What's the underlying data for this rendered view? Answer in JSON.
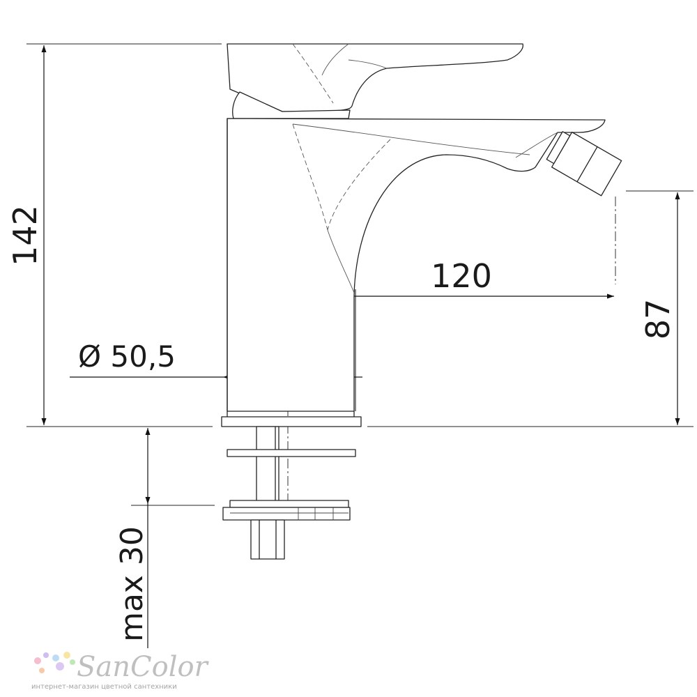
{
  "dimensions": {
    "total_height": "142",
    "spout_reach": "120",
    "outlet_height": "87",
    "base_diameter": "Ø 50,5",
    "max_counter_thickness": "max 30"
  },
  "watermark": {
    "brand": "SanColor",
    "tagline": "интернет-магазин цветной сантехники",
    "dot_colors": [
      "#f4b6c8",
      "#c9b6f0",
      "#b6d8f4",
      "#f9e39a",
      "#b8e6b0",
      "#f7c6a0",
      "#d9c4f2"
    ]
  }
}
